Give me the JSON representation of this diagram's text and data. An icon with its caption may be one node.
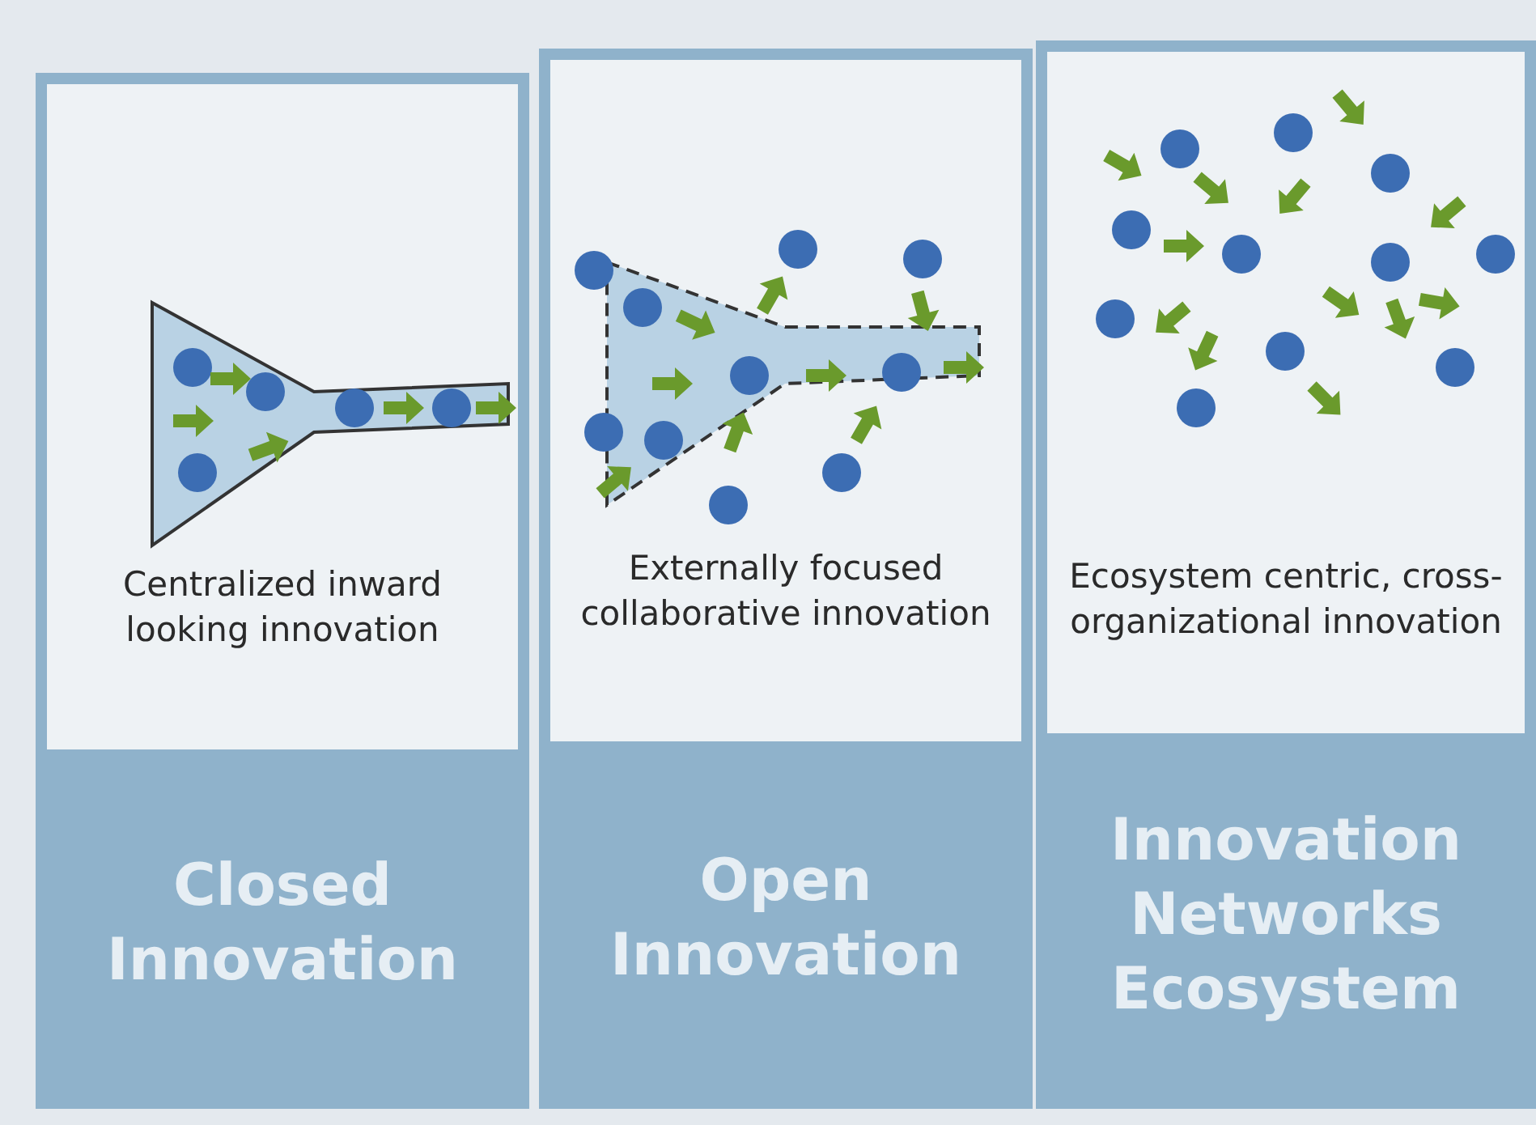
{
  "diagram": {
    "nodes": [
      {
        "text": [
          "Centralized inward looking innovation",
          "Closed Innovation"
        ]
      },
      {
        "text": [
          "Externally focused collaborative innovation",
          "Open Innovation"
        ]
      },
      {
        "text": [
          "Ecosystem centric, cross-organizational innovation",
          "Innovation Networks Ecosystem"
        ]
      }
    ]
  }
}
